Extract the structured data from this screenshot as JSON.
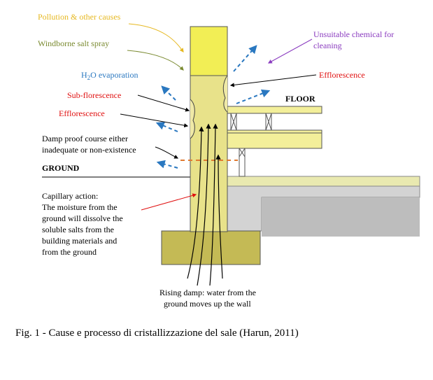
{
  "labels": {
    "pollution": "Pollution & other causes",
    "windborne": "Windborne salt spray",
    "h2o_prefix": "H",
    "h2o_sub": "2",
    "h2o_suffix": "O evaporation",
    "subflorescence": "Sub-florescence",
    "efflorescence_left": "Efflorescence",
    "dpc_line1": "Damp proof course either",
    "dpc_line2": "inadequate or non-existence",
    "ground": "GROUND",
    "capillary_line1": "Capillary action:",
    "capillary_line2": "The moisture from the",
    "capillary_line3": "ground will dissolve the",
    "capillary_line4": "soluble salts from the",
    "capillary_line5": "building materials and",
    "capillary_line6": "from the ground",
    "unsuitable_line1": "Unsuitable chemical  for",
    "unsuitable_line2": "cleaning",
    "efflorescence_right": "Efflorescence",
    "floor": "FLOOR",
    "rising_line1": "Rising damp: water from the",
    "rising_line2": "ground moves up the wall"
  },
  "caption": "Fig. 1 -  Cause e processo di cristallizzazione del sale (Harun, 2011)",
  "colors": {
    "wall": "#e8e28a",
    "wall_top": "#f2ee55",
    "footing": "#c9c05a",
    "concrete": "#d0d0d0",
    "beam": "#f3ef9a",
    "pollution": "#e6b820",
    "windborne": "#7a8a30",
    "evaporation": "#2a78c0",
    "efflorescence": "#e01010",
    "chemical": "#8a3bbf",
    "text": "#000000"
  }
}
